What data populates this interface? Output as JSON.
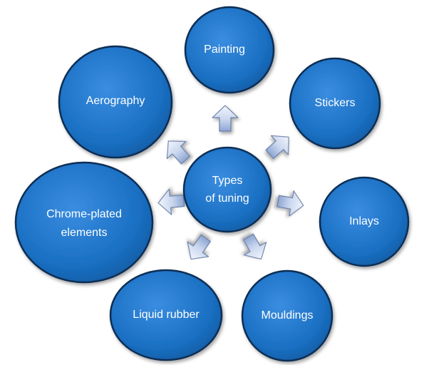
{
  "center": {
    "lines": [
      "Types",
      "of tuning"
    ]
  },
  "nodes": [
    {
      "id": "painting",
      "lines": [
        "Painting"
      ]
    },
    {
      "id": "stickers",
      "lines": [
        "Stickers"
      ]
    },
    {
      "id": "inlays",
      "lines": [
        "Inlays"
      ]
    },
    {
      "id": "mouldings",
      "lines": [
        "Mouldings"
      ]
    },
    {
      "id": "liquid-rubber",
      "lines": [
        "Liquid rubber"
      ]
    },
    {
      "id": "chrome-plated-elements",
      "lines": [
        "Chrome-plated",
        "elements"
      ]
    },
    {
      "id": "aerography",
      "lines": [
        "Aerography"
      ]
    }
  ],
  "colors": {
    "node_fill": "#1a6fc2",
    "node_fill_light": "#3a8de0",
    "node_stroke": "#0b2e55",
    "arrow_fill_light": "#e9effa",
    "arrow_fill_dark": "#9fb4dc",
    "arrow_stroke": "#6b7fa6"
  }
}
